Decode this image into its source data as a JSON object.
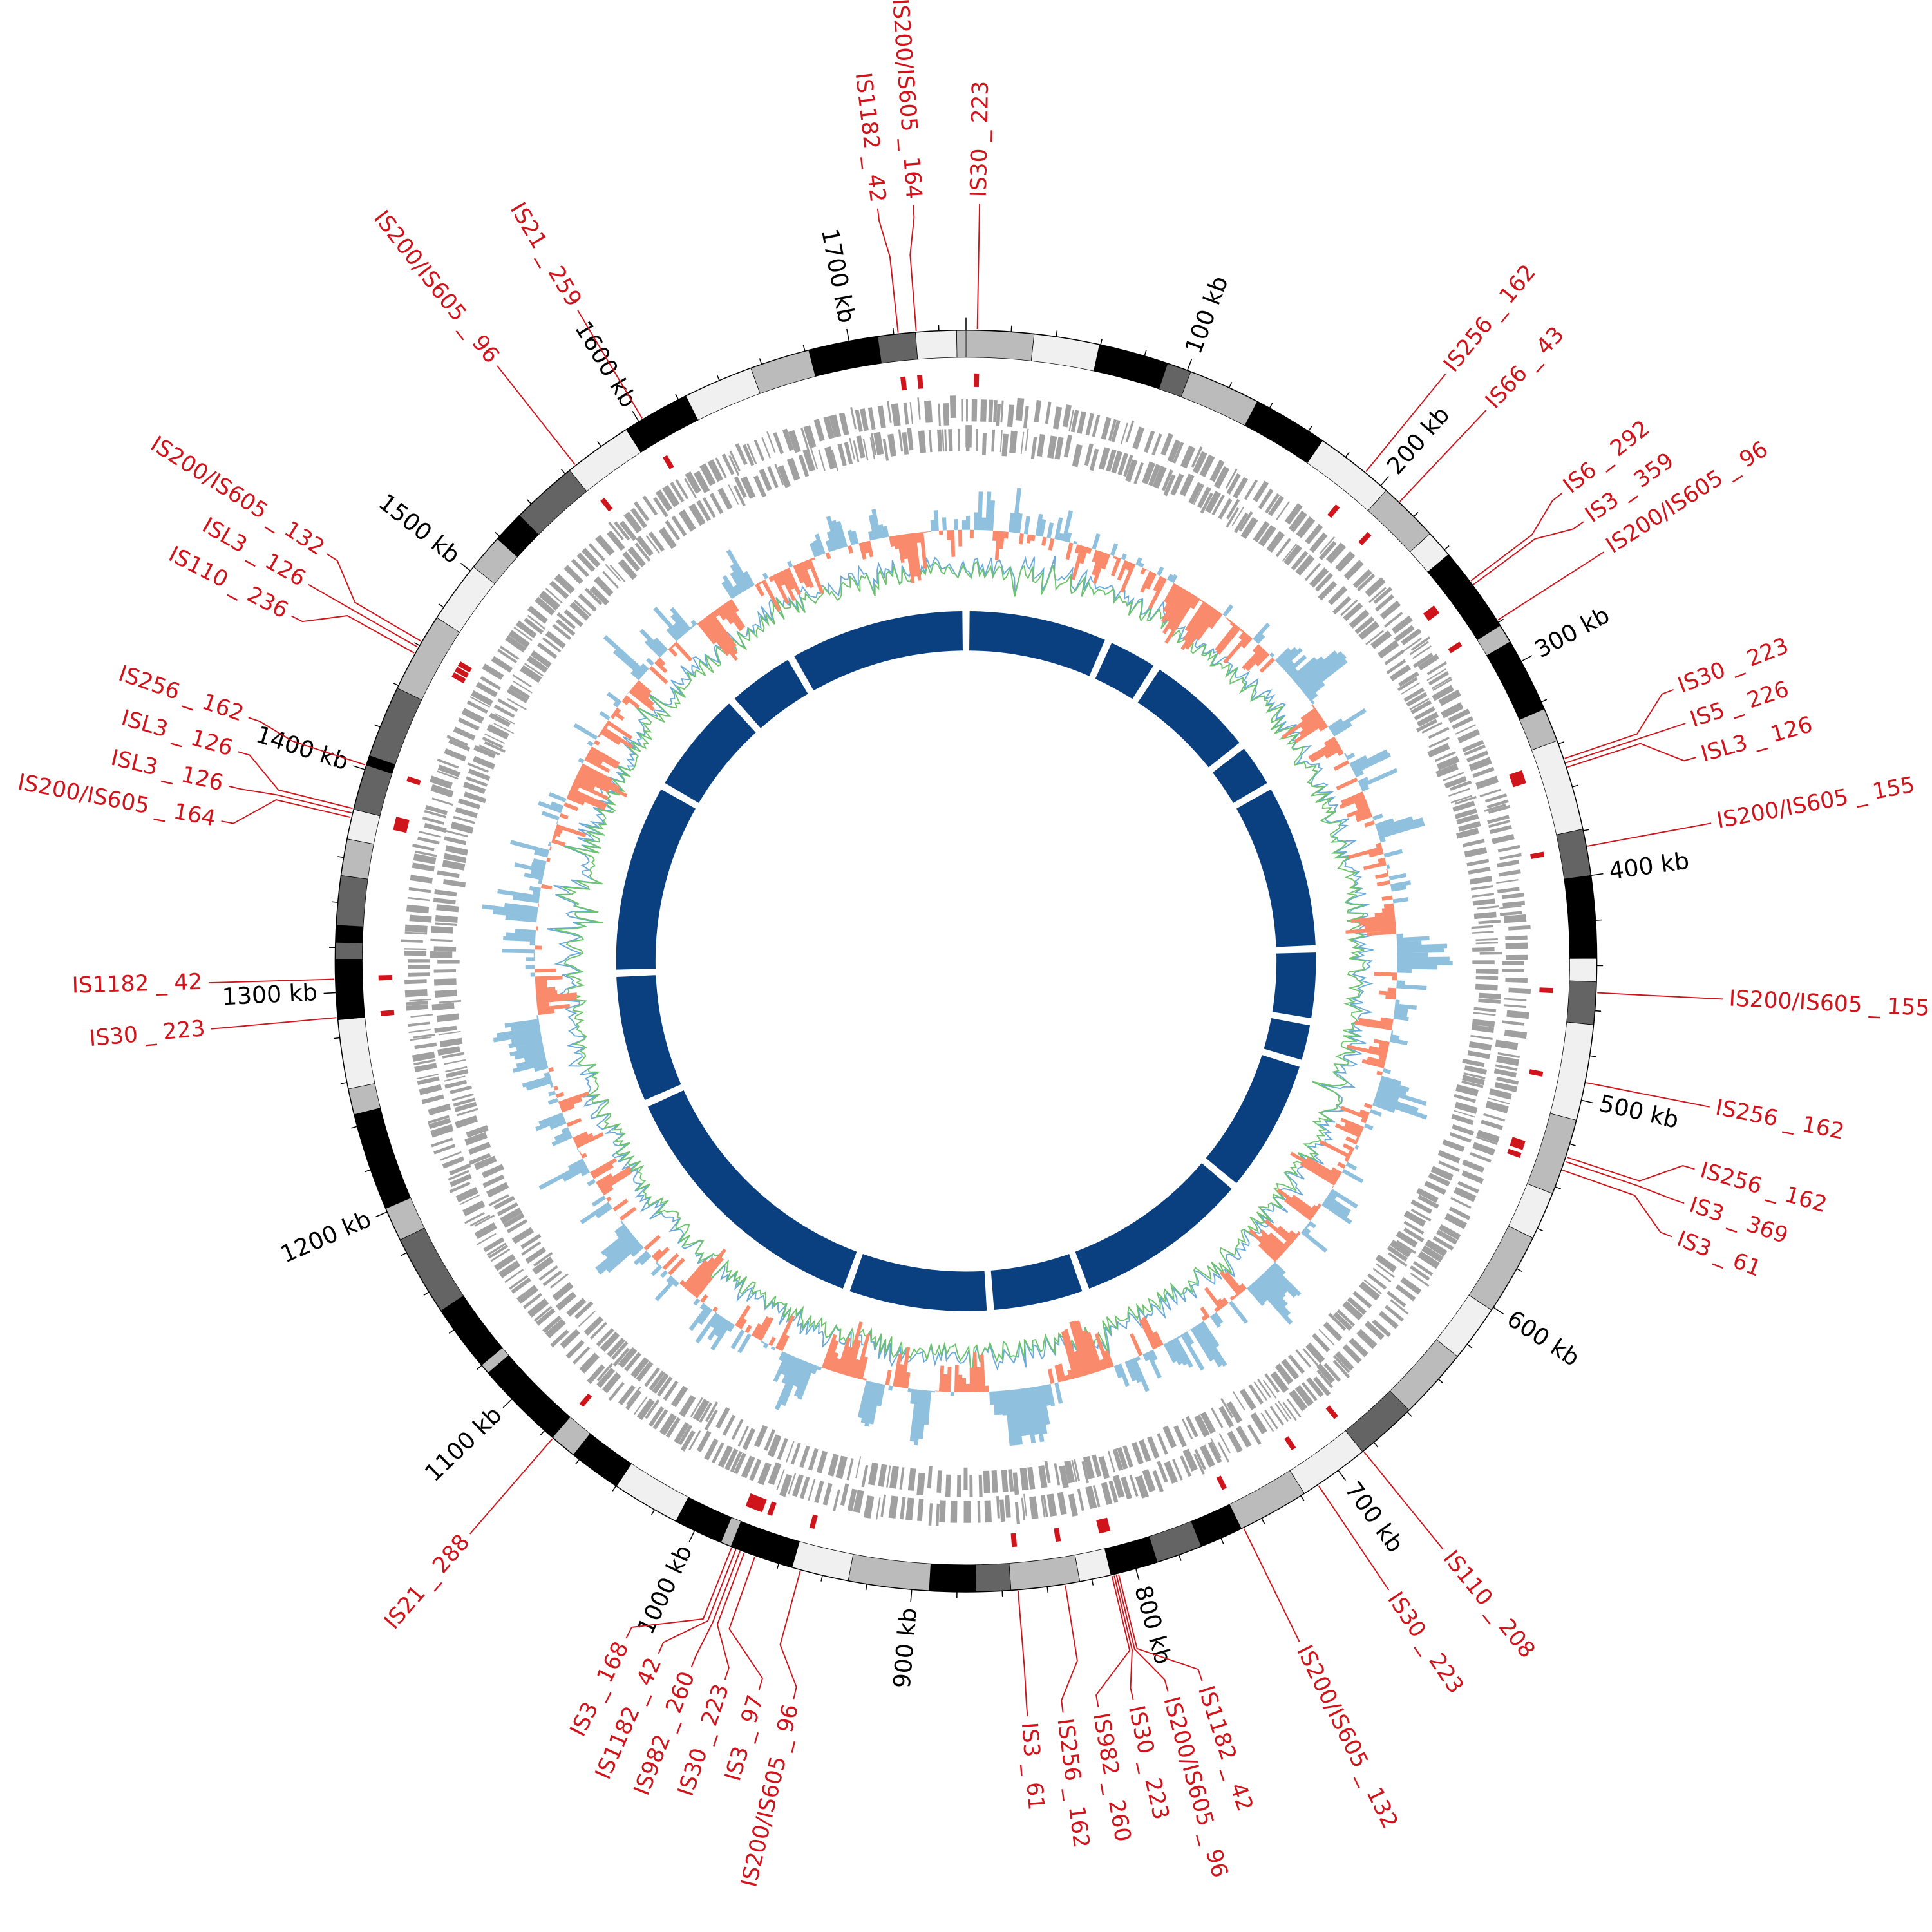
{
  "genome_length_kb": 1752,
  "colors": {
    "is_red": "#d0141c",
    "gene_gray": "#a0a0a0",
    "skew_pos": "#8fc0de",
    "skew_neg": "#fa8a6c",
    "gc_green": "#6cc36c",
    "gc_blue": "#6aaad8",
    "inner_ring": "#0a3f80",
    "band_colors": [
      "#f0f0f0",
      "#bbbbbb",
      "#646464",
      "#000000"
    ]
  },
  "ticks": [
    {
      "kb": 100,
      "label": "100 kb"
    },
    {
      "kb": 200,
      "label": "200 kb"
    },
    {
      "kb": 300,
      "label": "300 kb"
    },
    {
      "kb": 400,
      "label": "400 kb"
    },
    {
      "kb": 500,
      "label": "500 kb"
    },
    {
      "kb": 600,
      "label": "600 kb"
    },
    {
      "kb": 700,
      "label": "700 kb"
    },
    {
      "kb": 800,
      "label": "800 kb"
    },
    {
      "kb": 900,
      "label": "900 kb"
    },
    {
      "kb": 1000,
      "label": "1000 kb"
    },
    {
      "kb": 1100,
      "label": "1100 kb"
    },
    {
      "kb": 1200,
      "label": "1200 kb"
    },
    {
      "kb": 1300,
      "label": "1300 kb"
    },
    {
      "kb": 1400,
      "label": "1400 kb"
    },
    {
      "kb": 1500,
      "label": "1500 kb"
    },
    {
      "kb": 1600,
      "label": "1600 kb"
    },
    {
      "kb": 1700,
      "label": "1700 kb"
    }
  ],
  "is_elements": [
    {
      "label": "IS30 _ 223",
      "kb": 5
    },
    {
      "label": "IS256 _ 162",
      "kb": 191
    },
    {
      "label": "IS66 _ 43",
      "kb": 211
    },
    {
      "label": "IS6 _ 292",
      "kb": 258
    },
    {
      "label": "IS3 _ 359",
      "kb": 260
    },
    {
      "label": "IS200/IS605 _ 96",
      "kb": 279
    },
    {
      "label": "IS30 _ 223",
      "kb": 347
    },
    {
      "label": "IS5 _ 226",
      "kb": 349
    },
    {
      "label": "ISL3 _ 126",
      "kb": 351
    },
    {
      "label": "IS200/IS605 _ 155",
      "kb": 387
    },
    {
      "label": "IS200/IS605 _ 155",
      "kb": 452
    },
    {
      "label": "IS256 _ 162",
      "kb": 492
    },
    {
      "label": "IS256 _ 162",
      "kb": 526
    },
    {
      "label": "IS3 _ 369",
      "kb": 528
    },
    {
      "label": "IS3 _ 61",
      "kb": 532
    },
    {
      "label": "IS110 _ 208",
      "kb": 686
    },
    {
      "label": "IS30 _ 223",
      "kb": 711
    },
    {
      "label": "IS200/IS605 _ 132",
      "kb": 749
    },
    {
      "label": "IS1182 _ 42",
      "kb": 808
    },
    {
      "label": "IS200/IS605 _ 96",
      "kb": 809
    },
    {
      "label": "IS30 _ 223",
      "kb": 810
    },
    {
      "label": "IS982 _ 260",
      "kb": 811
    },
    {
      "label": "IS256 _ 162",
      "kb": 832
    },
    {
      "label": "IS3 _ 61",
      "kb": 853
    },
    {
      "label": "IS200/IS605 _ 96",
      "kb": 950
    },
    {
      "label": "IS3 _ 97",
      "kb": 971
    },
    {
      "label": "IS30 _ 223",
      "kb": 976
    },
    {
      "label": "IS982 _ 260",
      "kb": 978
    },
    {
      "label": "IS1182 _ 42",
      "kb": 980
    },
    {
      "label": "IS3 _ 168",
      "kb": 982
    },
    {
      "label": "IS21 _ 288",
      "kb": 1075
    },
    {
      "label": "IS30 _ 223",
      "kb": 1289
    },
    {
      "label": "IS1182 _ 42",
      "kb": 1306
    },
    {
      "label": "IS200/IS605 _ 164",
      "kb": 1378
    },
    {
      "label": "ISL3 _ 126",
      "kb": 1380
    },
    {
      "label": "ISL3 _ 126",
      "kb": 1382
    },
    {
      "label": "IS256 _ 162",
      "kb": 1402
    },
    {
      "label": "IS110 _ 236",
      "kb": 1456
    },
    {
      "label": "ISL3 _ 126",
      "kb": 1459
    },
    {
      "label": "IS200/IS605 _ 132",
      "kb": 1462
    },
    {
      "label": "IS200/IS605 _ 96",
      "kb": 1566
    },
    {
      "label": "IS21 _ 259",
      "kb": 1602
    },
    {
      "label": "IS1182 _ 42",
      "kb": 1722
    },
    {
      "label": "IS200/IS605 _ 164",
      "kb": 1730
    }
  ]
}
